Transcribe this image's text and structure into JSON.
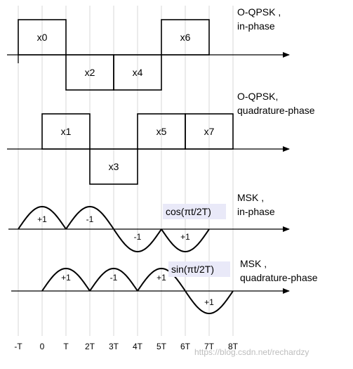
{
  "titles": {
    "oqpsk_in_phase": [
      "O-QPSK ,",
      "in-phase"
    ],
    "oqpsk_quadrature": [
      "O-QPSK,",
      "quadrature-phase"
    ],
    "msk_in_phase": [
      "MSK ,",
      "in-phase"
    ],
    "msk_quadrature": [
      "MSK ,",
      "quadrature-phase"
    ]
  },
  "oqpsk_in_phase_bits": [
    {
      "label": "x0",
      "start": -1,
      "end": 1,
      "level": 1
    },
    {
      "label": "x2",
      "start": 1,
      "end": 3,
      "level": -1
    },
    {
      "label": "x4",
      "start": 3,
      "end": 5,
      "level": -1
    },
    {
      "label": "x6",
      "start": 5,
      "end": 7,
      "level": 1
    }
  ],
  "oqpsk_quadrature_bits": [
    {
      "label": "x1",
      "start": 0,
      "end": 2,
      "level": 1
    },
    {
      "label": "x3",
      "start": 2,
      "end": 4,
      "level": -1
    },
    {
      "label": "x5",
      "start": 4,
      "end": 6,
      "level": 1
    },
    {
      "label": "x7",
      "start": 6,
      "end": 8,
      "level": 1
    }
  ],
  "msk_in_phase_arches": [
    {
      "label": "+1",
      "start": -1,
      "end": 1,
      "sign": 1
    },
    {
      "label": "-1",
      "start": 1,
      "end": 3,
      "sign": 1
    },
    {
      "label": "-1",
      "start": 3,
      "end": 5,
      "sign": -1
    },
    {
      "label": "+1",
      "start": 5,
      "end": 7,
      "sign": -1
    }
  ],
  "msk_quadrature_arches": [
    {
      "label": "+1",
      "start": 0,
      "end": 2,
      "sign": 1
    },
    {
      "label": "-1",
      "start": 2,
      "end": 4,
      "sign": 1
    },
    {
      "label": "+1",
      "start": 4,
      "end": 6,
      "sign": 1
    },
    {
      "label": "+1",
      "start": 6,
      "end": 8,
      "sign": -1
    }
  ],
  "formulas": {
    "cos": "cos(πt/2T)",
    "sin": "sin(πt/2T)"
  },
  "time_ticks": [
    "-T",
    "0",
    "T",
    "2T",
    "3T",
    "4T",
    "5T",
    "6T",
    "7T",
    "8T"
  ],
  "watermark": "https://blog.csdn.net/rechardzy",
  "colors": {
    "line": "#000000",
    "formula_box": "#e9e9f8",
    "grid": "#d7d7d7",
    "watermark": "#bdbdbd"
  }
}
